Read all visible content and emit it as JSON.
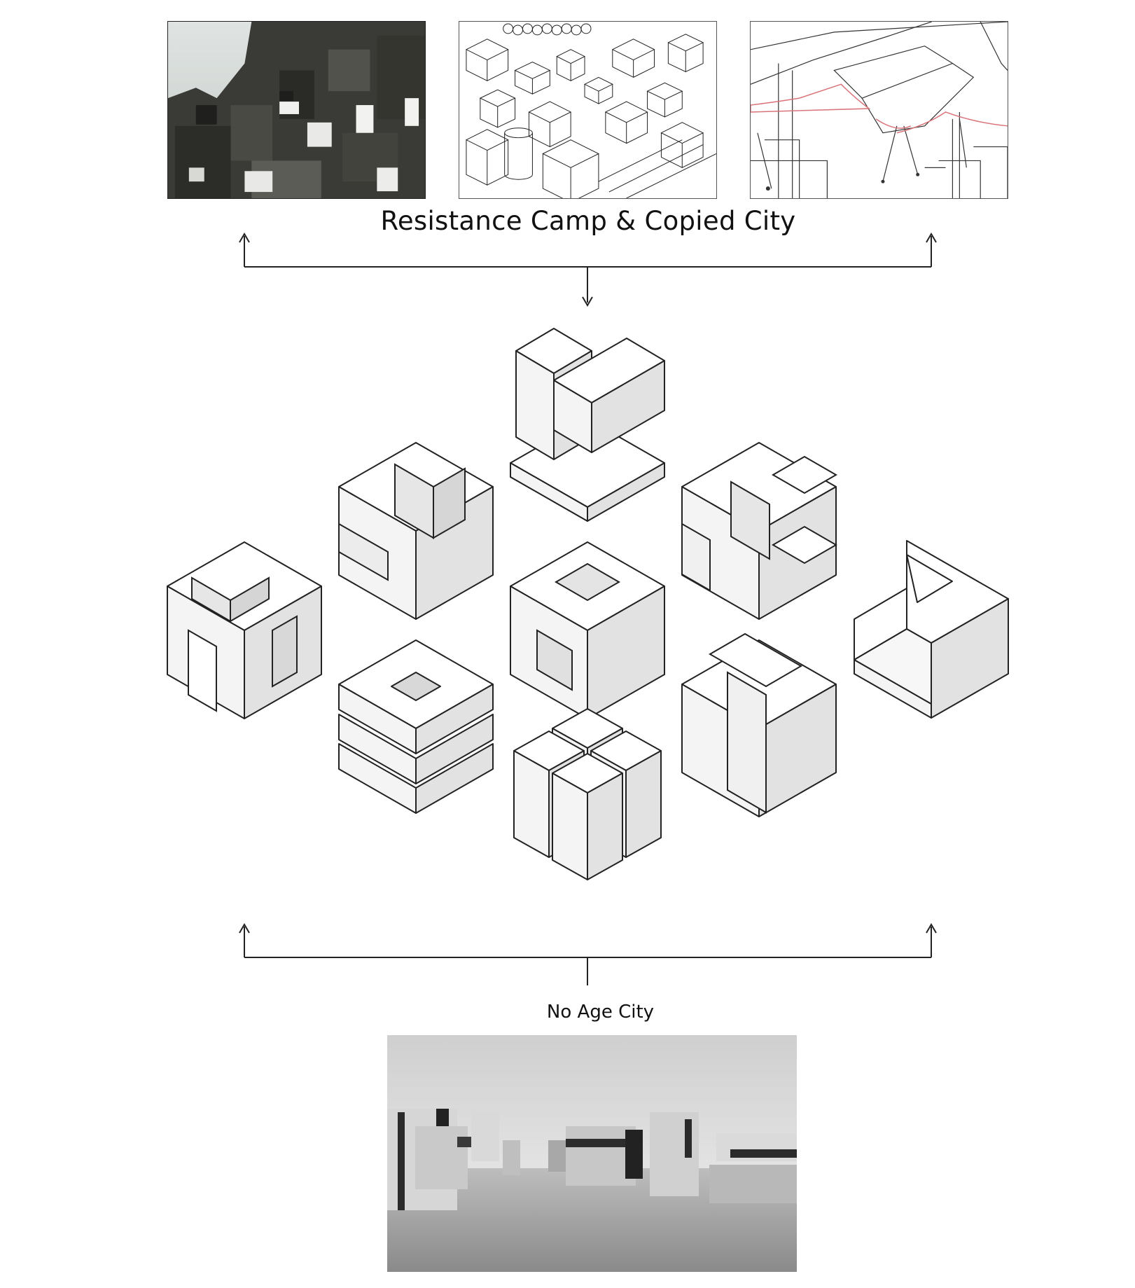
{
  "top_caption": "Resistance Camp & Copied City",
  "bottom_caption": "No Age City",
  "images": [
    {
      "name": "resistance-camp-photo",
      "tone": "grayscale film still"
    },
    {
      "name": "copied-city-line-drawing",
      "tone": "black line drawing"
    },
    {
      "name": "tent-canopy-line-drawing",
      "tone": "line drawing with red canopy",
      "accent": "#d9737a"
    },
    {
      "name": "no-age-city-render",
      "tone": "grayscale render"
    }
  ],
  "colors": {
    "line": "#222222",
    "face_top": "#ffffff",
    "face_left": "#f4f4f4",
    "face_right": "#e2e2e2"
  }
}
